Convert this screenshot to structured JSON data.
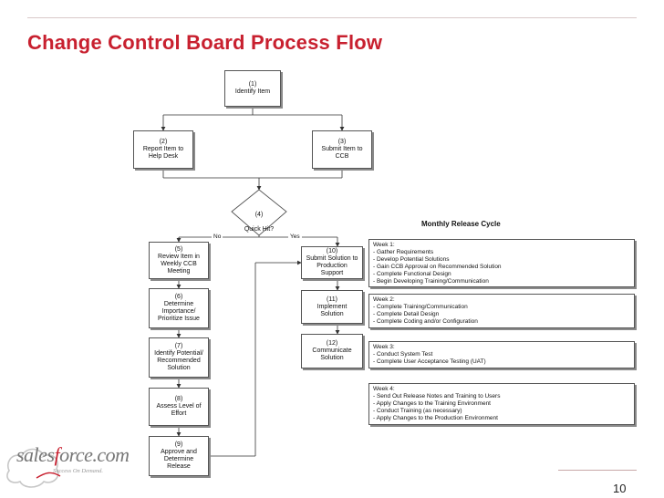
{
  "title": "Change Control Board Process Flow",
  "page_number": "10",
  "boxes": {
    "b1": {
      "num": "(1)",
      "text": "Identify Item"
    },
    "b2": {
      "num": "(2)",
      "text": "Report Item to\nHelp Desk"
    },
    "b3": {
      "num": "(3)",
      "text": "Submit Item to\nCCB"
    },
    "b4": {
      "num": "(4)",
      "text": "Quick Hit?"
    },
    "b5": {
      "num": "(5)",
      "text": "Review Item in\nWeekly CCB\nMeeting"
    },
    "b6": {
      "num": "(6)",
      "text": "Determine\nImportance/\nPrioritize Issue"
    },
    "b7": {
      "num": "(7)",
      "text": "Identify Potential/\nRecommended\nSolution"
    },
    "b8": {
      "num": "(8)",
      "text": "Assess Level of\nEffort"
    },
    "b9": {
      "num": "(9)",
      "text": "Approve and\nDetermine\nRelease"
    },
    "b10": {
      "num": "(10)",
      "text": "Submit Solution to\nProduction\nSupport"
    },
    "b11": {
      "num": "(11)",
      "text": "Implement\nSolution"
    },
    "b12": {
      "num": "(12)",
      "text": "Communicate\nSolution"
    }
  },
  "labels": {
    "no": "No",
    "yes": "Yes"
  },
  "release_cycle": {
    "title": "Monthly Release Cycle",
    "weeks": [
      {
        "heading": "Week 1:",
        "items": [
          "- Gather Requirements",
          "- Develop Potential Solutions",
          "- Gain CCB Approval on Recommended Solution",
          "- Complete Functional Design",
          "- Begin Developing Training/Communication"
        ]
      },
      {
        "heading": "Week 2:",
        "items": [
          "- Complete Training/Communication",
          "- Complete Detail Design",
          "- Complete Coding and/or Configuration"
        ]
      },
      {
        "heading": "Week 3:",
        "items": [
          "- Conduct System Test",
          "- Complete User Acceptance Testing (UAT)"
        ]
      },
      {
        "heading": "Week 4:",
        "items": [
          "- Send Out Release Notes and Training to Users",
          "- Apply Changes to the Training Environment",
          "- Conduct Training (as necessary)",
          "- Apply Changes to the Production Environment"
        ]
      }
    ]
  },
  "logo": {
    "word_pre": "sales",
    "word_f": "f",
    "word_post": "orce.com",
    "tagline": "Success On Demand.",
    "icon": "salesforce-cloud-logo"
  },
  "colors": {
    "title": "#c8202f",
    "border": "#555555",
    "shadow": "#8a8a8a"
  }
}
